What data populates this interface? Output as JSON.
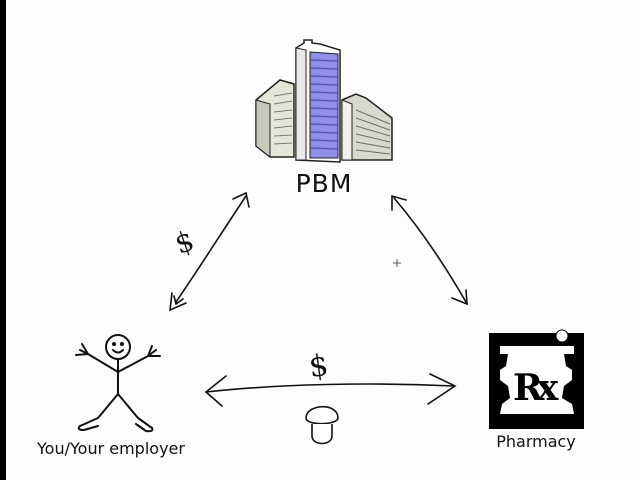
{
  "nodes": {
    "pbm": {
      "label": "PBM"
    },
    "you": {
      "label": "You/Your employer"
    },
    "pharmacy": {
      "label": "Pharmacy",
      "symbol": "Rx"
    }
  },
  "edges": {
    "you_pbm": {
      "annotation": "$"
    },
    "you_pharmacy": {
      "annotation": "$"
    }
  },
  "icons": {
    "pbm": "office-buildings-icon",
    "you": "stick-figure-icon",
    "pharmacy": "rx-mortar-pestle-icon",
    "pill": "pill-capsule-icon"
  },
  "colors": {
    "ink": "#111111",
    "tower_glass": "#8f8fe8",
    "building_gray": "#d8d8cf",
    "pharmacy_bg": "#000000",
    "pharmacy_fg": "#ffffff"
  }
}
